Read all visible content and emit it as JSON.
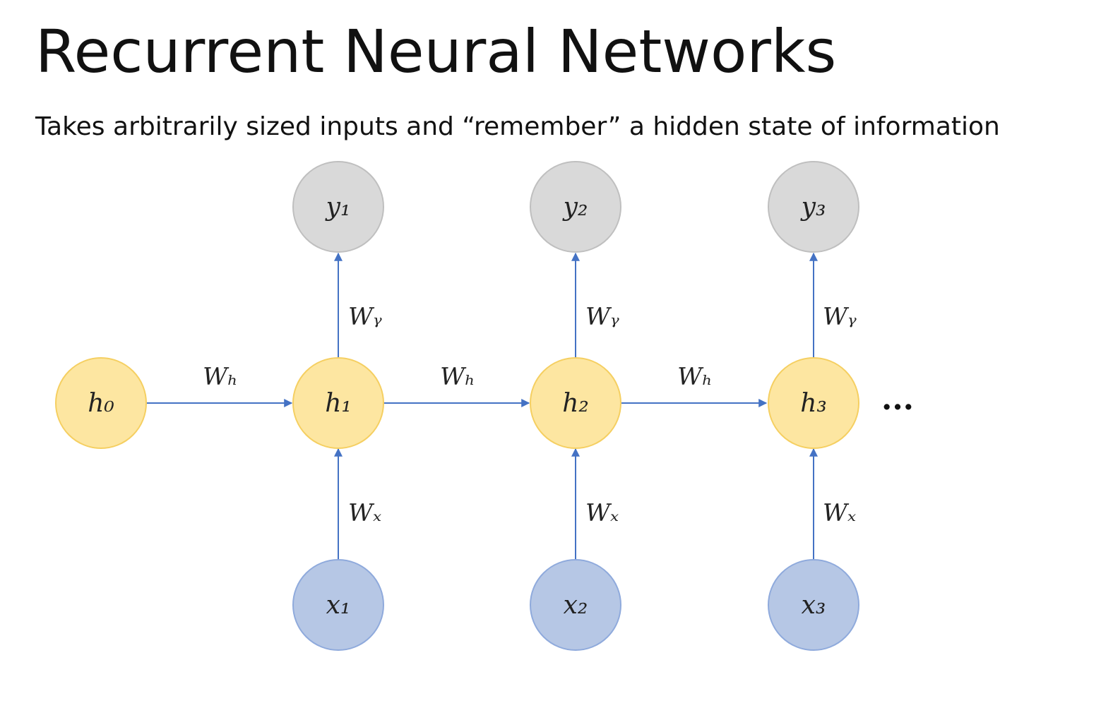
{
  "title": "Recurrent Neural Networks",
  "subtitle": "Takes arbitrarily sized inputs and “remember” a hidden state of information",
  "colors": {
    "hidden_fill": "#fde6a1",
    "hidden_stroke": "#f5cf61",
    "output_fill": "#d9d9d9",
    "output_stroke": "#bfbfbf",
    "input_fill": "#b6c7e5",
    "input_stroke": "#8faadc",
    "arrow": "#4472c4"
  },
  "nodes": {
    "h0": "h₀",
    "h1": "h₁",
    "h2": "h₂",
    "h3": "h₃",
    "y1": "y₁",
    "y2": "y₂",
    "y3": "y₃",
    "x1": "x₁",
    "x2": "x₂",
    "x3": "x₃"
  },
  "weights": {
    "wh": "Wₕ",
    "wy": "Wᵧ",
    "wx": "Wₓ"
  },
  "ellipsis": "..."
}
